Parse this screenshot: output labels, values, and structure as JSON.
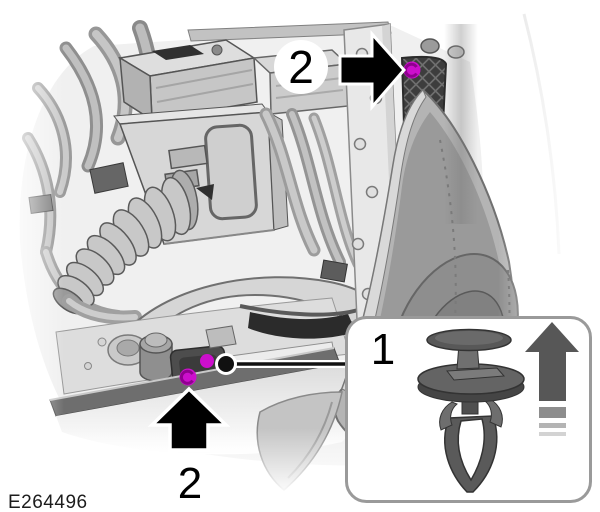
{
  "figure": {
    "reference_code": "E264496"
  },
  "callouts": {
    "top": {
      "label": "2",
      "pointer_icon": "arrow-right-icon",
      "target": "upper-push-pin-retainer"
    },
    "bottom": {
      "label": "2",
      "pointer_icon": "arrow-up-icon",
      "target": "lower-push-pin-retainer"
    },
    "inset": {
      "label": "1",
      "item_icon": "push-pin-retainer-clip-icon",
      "motion_icon": "motion-arrow-up-icon"
    }
  },
  "colors": {
    "clip_highlight": "#cc0fcc",
    "clip_highlight_dark": "#8f008f",
    "callout_black": "#000000",
    "badge_white": "#ffffff",
    "inset_border": "#9a9a9a"
  }
}
